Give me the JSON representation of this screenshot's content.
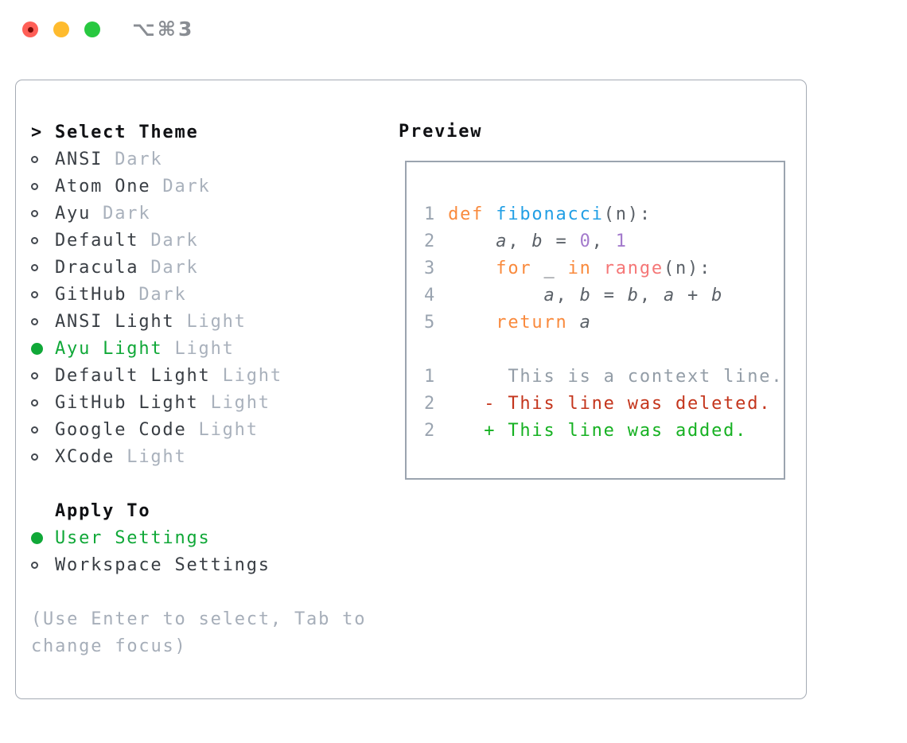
{
  "window": {
    "title_shortcut": "⌥⌘3",
    "traffic_buttons": [
      "close",
      "minimize",
      "zoom"
    ]
  },
  "sidebar": {
    "header": {
      "prompt": ">",
      "label": "Select Theme"
    },
    "items": [
      {
        "name": "ANSI",
        "variant": "Dark",
        "selected": false
      },
      {
        "name": "Atom One",
        "variant": "Dark",
        "selected": false
      },
      {
        "name": "Ayu",
        "variant": "Dark",
        "selected": false
      },
      {
        "name": "Default",
        "variant": "Dark",
        "selected": false
      },
      {
        "name": "Dracula",
        "variant": "Dark",
        "selected": false
      },
      {
        "name": "GitHub",
        "variant": "Dark",
        "selected": false
      },
      {
        "name": "ANSI Light",
        "variant": "Light",
        "selected": false
      },
      {
        "name": "Ayu Light",
        "variant": "Light",
        "selected": true
      },
      {
        "name": "Default Light",
        "variant": "Light",
        "selected": false
      },
      {
        "name": "GitHub Light",
        "variant": "Light",
        "selected": false
      },
      {
        "name": "Google Code",
        "variant": "Light",
        "selected": false
      },
      {
        "name": "XCode",
        "variant": "Light",
        "selected": false
      }
    ],
    "apply_to": {
      "label": "Apply To",
      "options": [
        {
          "name": "User Settings",
          "selected": true
        },
        {
          "name": "Workspace Settings",
          "selected": false
        }
      ]
    },
    "hint_lines": [
      "(Use Enter to select, Tab to",
      "change focus)"
    ]
  },
  "preview": {
    "title": "Preview",
    "lines": [
      {
        "name": "blank-line",
        "segs": []
      },
      {
        "name": "code-line-1",
        "segs": [
          {
            "k": "gut",
            "t": "1 "
          },
          {
            "k": "kw",
            "t": "def "
          },
          {
            "k": "fn",
            "t": "fibonacci"
          },
          {
            "k": "pln",
            "t": "(n):"
          }
        ]
      },
      {
        "name": "code-line-2",
        "segs": [
          {
            "k": "gut",
            "t": "2 "
          },
          {
            "k": "pln",
            "t": "    "
          },
          {
            "k": "itl",
            "t": "a"
          },
          {
            "k": "pln",
            "t": ", "
          },
          {
            "k": "itl",
            "t": "b"
          },
          {
            "k": "pln",
            "t": " = "
          },
          {
            "k": "num",
            "t": "0"
          },
          {
            "k": "pln",
            "t": ", "
          },
          {
            "k": "num",
            "t": "1"
          }
        ]
      },
      {
        "name": "code-line-3",
        "segs": [
          {
            "k": "gut",
            "t": "3 "
          },
          {
            "k": "pln",
            "t": "    "
          },
          {
            "k": "kw",
            "t": "for "
          },
          {
            "k": "pln",
            "t": "_ "
          },
          {
            "k": "kw",
            "t": "in "
          },
          {
            "k": "bln",
            "t": "range"
          },
          {
            "k": "pln",
            "t": "(n):"
          }
        ]
      },
      {
        "name": "code-line-4",
        "segs": [
          {
            "k": "gut",
            "t": "4 "
          },
          {
            "k": "pln",
            "t": "        "
          },
          {
            "k": "itl",
            "t": "a"
          },
          {
            "k": "pln",
            "t": ", "
          },
          {
            "k": "itl",
            "t": "b"
          },
          {
            "k": "pln",
            "t": " = "
          },
          {
            "k": "itl",
            "t": "b"
          },
          {
            "k": "pln",
            "t": ", "
          },
          {
            "k": "itl",
            "t": "a"
          },
          {
            "k": "pln",
            "t": " + "
          },
          {
            "k": "itl",
            "t": "b"
          }
        ]
      },
      {
        "name": "code-line-5",
        "segs": [
          {
            "k": "gut",
            "t": "5 "
          },
          {
            "k": "pln",
            "t": "    "
          },
          {
            "k": "kw",
            "t": "return "
          },
          {
            "k": "itl",
            "t": "a"
          }
        ]
      },
      {
        "name": "blank-line",
        "segs": []
      },
      {
        "name": "diff-context-line",
        "segs": [
          {
            "k": "gut",
            "t": "1    "
          },
          {
            "k": "ctx",
            "t": "  This is a context line."
          }
        ]
      },
      {
        "name": "diff-deleted-line",
        "segs": [
          {
            "k": "gut",
            "t": "2    "
          },
          {
            "k": "del",
            "t": "- This line was deleted."
          }
        ]
      },
      {
        "name": "diff-added-line",
        "segs": [
          {
            "k": "gut",
            "t": "2    "
          },
          {
            "k": "add",
            "t": "+ This line was added."
          }
        ]
      }
    ]
  },
  "colors": {
    "header_text": "#101114",
    "item_text": "#393e44",
    "tag_text": "#a9b1bc",
    "hint_text": "#a6aeb9",
    "radio_border": "#43484f",
    "select_green": "#10a838",
    "panel_border": "#a5abb4",
    "box_border": "#9ba4af",
    "title_gray": "#898d93",
    "traffic_red": "#ff5f57",
    "traffic_red_dot": "#7a0b06",
    "traffic_yellow": "#febb2e",
    "traffic_green": "#28c840",
    "gutter": "#9aa4b0",
    "code_plain": "#5b6168",
    "keyword": "#f98a3d",
    "function": "#229fe5",
    "builtin": "#f57777",
    "number": "#a37acc",
    "diff_context": "#939da7",
    "diff_deleted": "#c4351c",
    "diff_added": "#16b122"
  }
}
